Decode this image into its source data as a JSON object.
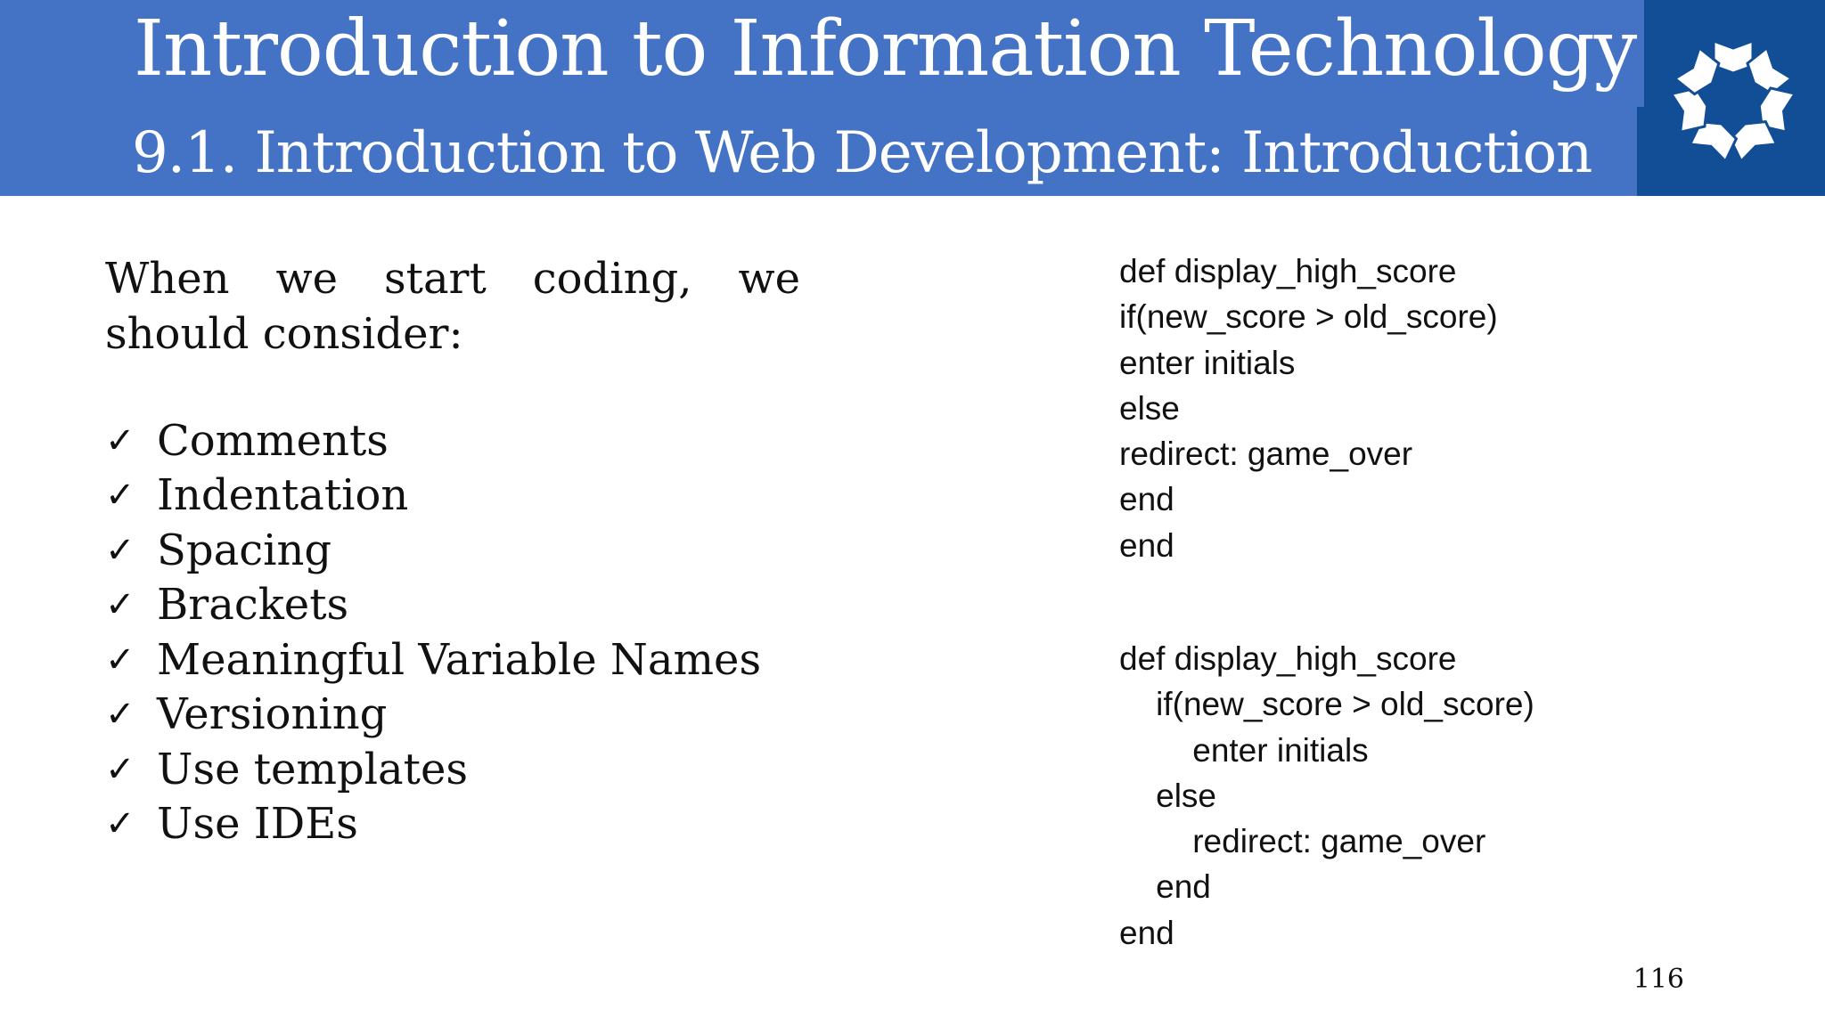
{
  "header": {
    "title": "Introduction to Information Technology",
    "subtitle": "9.1. Introduction to Web Development: Introduction",
    "header_color": "#4472c4",
    "logo_color": "#114e96",
    "logo_icon": "book-star-logo"
  },
  "left": {
    "intro": "When we start coding, we should consider:",
    "check_icon": "check-mark-icon",
    "check_glyph": "✓",
    "items": [
      "Comments",
      "Indentation",
      "Spacing",
      "Brackets",
      "Meaningful Variable Names",
      "Versioning",
      "Use templates",
      "Use IDEs"
    ]
  },
  "code": {
    "unindented": [
      "def display_high_score",
      "if(new_score > old_score)",
      "enter initials",
      "else",
      "redirect: game_over",
      "end",
      "end"
    ],
    "indented": [
      "def display_high_score",
      "    if(new_score > old_score)",
      "        enter initials",
      "    else",
      "        redirect: game_over",
      "    end",
      "end"
    ]
  },
  "page_number": "116"
}
